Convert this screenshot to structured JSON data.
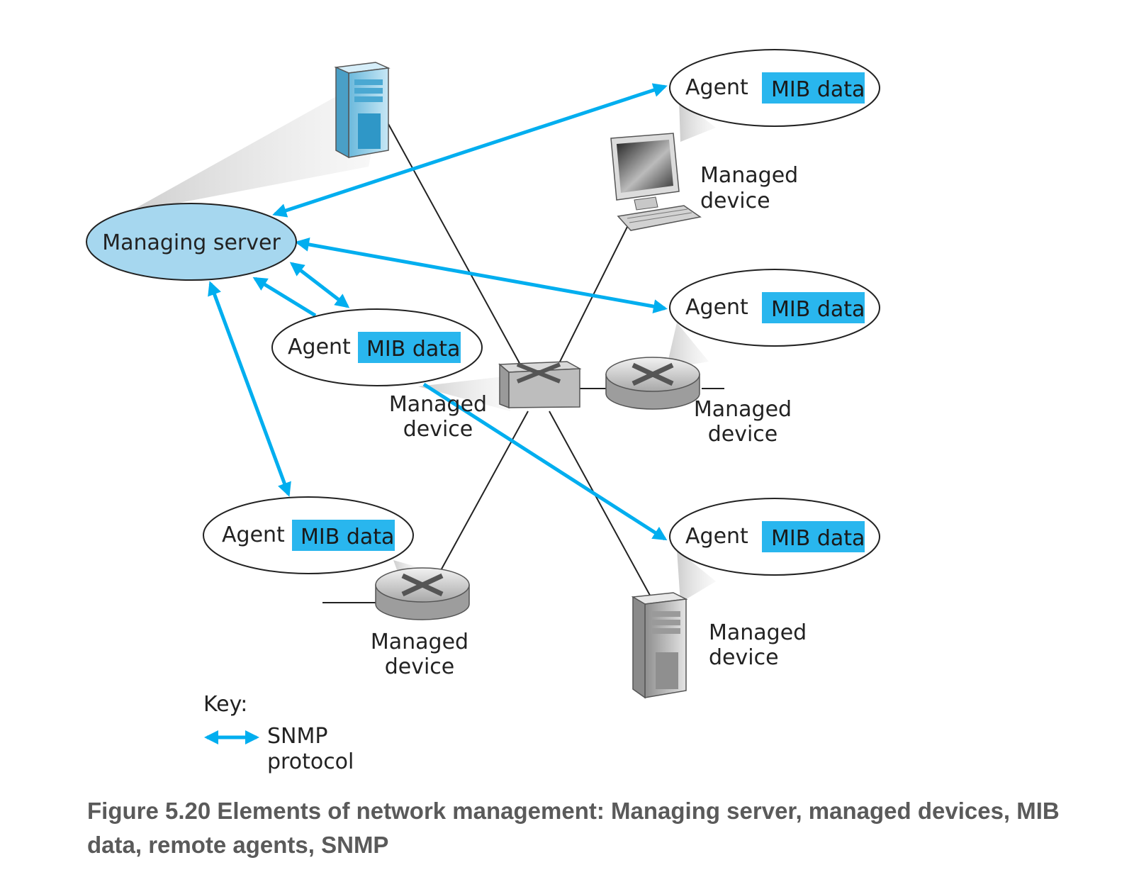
{
  "manager": {
    "label": "Managing server"
  },
  "agent_label": "Agent",
  "mib_label": "MIB data",
  "managed_device_line1": "Managed",
  "managed_device_line2": "device",
  "key": {
    "title": "Key:",
    "line1": "SNMP",
    "line2": "protocol"
  },
  "caption": "Figure 5.20 Elements of network management: Managing server, managed devices, MIB data, remote agents, SNMP",
  "colors": {
    "snmp_arrow": "#00aeef",
    "mib_box": "#29b6ee",
    "managing_server_fill": "#a6d7ef",
    "caption_text": "#5a5a5a"
  }
}
